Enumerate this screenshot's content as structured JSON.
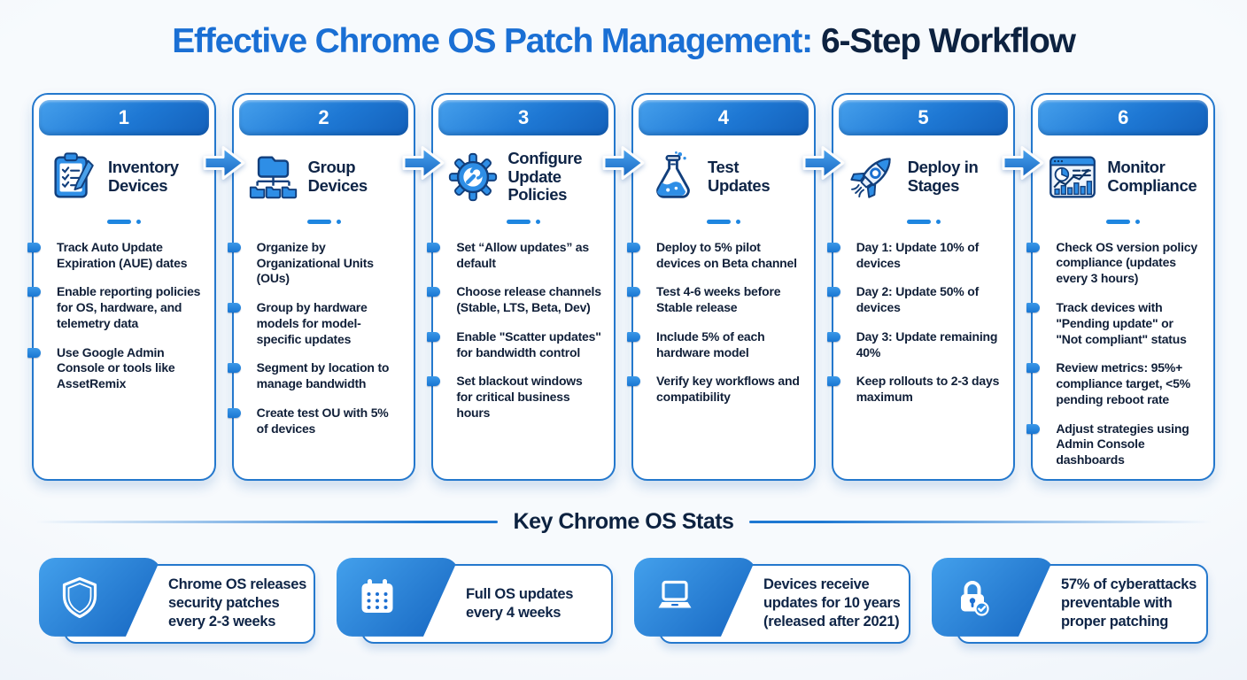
{
  "title": {
    "part1": "Effective Chrome OS Patch Management:",
    "part2": "6-Step Workflow"
  },
  "steps": [
    {
      "number": "1",
      "icon": "clipboard-checklist-icon",
      "title": "Inventory Devices",
      "bullets": [
        "Track Auto Update Expiration (AUE) dates",
        "Enable reporting policies for OS, hardware, and telemetry data",
        "Use Google Admin Console or tools like AssetRemix"
      ]
    },
    {
      "number": "2",
      "icon": "folder-tree-icon",
      "title": "Group Devices",
      "bullets": [
        "Organize by Organizational Units (OUs)",
        "Group by hardware models for model-specific updates",
        "Segment by location to manage bandwidth",
        "Create test OU with 5% of devices"
      ]
    },
    {
      "number": "3",
      "icon": "gear-wrench-icon",
      "title": "Configure Update Policies",
      "bullets": [
        "Set “Allow updates” as default",
        "Choose release channels (Stable, LTS, Beta, Dev)",
        "Enable \"Scatter updates\" for bandwidth control",
        "Set blackout windows for critical business hours"
      ]
    },
    {
      "number": "4",
      "icon": "flask-icon",
      "title": "Test Updates",
      "bullets": [
        "Deploy to 5% pilot devices on Beta channel",
        "Test 4-6 weeks before Stable release",
        "Include 5% of each hardware model",
        "Verify key workflows and compatibility"
      ]
    },
    {
      "number": "5",
      "icon": "rocket-icon",
      "title": "Deploy in Stages",
      "bullets": [
        "Day 1: Update 10% of devices",
        "Day 2: Update 50% of devices",
        "Day 3: Update remaining 40%",
        "Keep rollouts to 2-3 days maximum"
      ]
    },
    {
      "number": "6",
      "icon": "dashboard-chart-icon",
      "title": "Monitor Compliance",
      "bullets": [
        "Check OS version policy compliance (updates every 3 hours)",
        "Track devices with \"Pending update\" or \"Not compliant\" status",
        "Review metrics: 95%+ compliance target, <5% pending reboot rate",
        "Adjust strategies using Admin Console dashboards"
      ]
    }
  ],
  "stats_section": {
    "heading": "Key Chrome OS Stats",
    "stats": [
      {
        "icon": "shield-icon",
        "text": "Chrome OS releases security patches every 2-3 weeks"
      },
      {
        "icon": "calendar-icon",
        "text": "Full OS updates every 4 weeks"
      },
      {
        "icon": "laptop-icon",
        "text": "Devices receive updates for 10 years (released after 2021)"
      },
      {
        "icon": "lock-check-icon",
        "text": "57% of cyberattacks preventable with proper patching"
      }
    ]
  },
  "colors": {
    "title_blue": "#1a6fd4",
    "navy": "#0d2240",
    "card_border": "#2478cd",
    "header_gradient_start": "#46a0ec",
    "header_gradient_end": "#1360ba",
    "accent_blue": "#1e86e0",
    "background": "#eef3f9"
  }
}
